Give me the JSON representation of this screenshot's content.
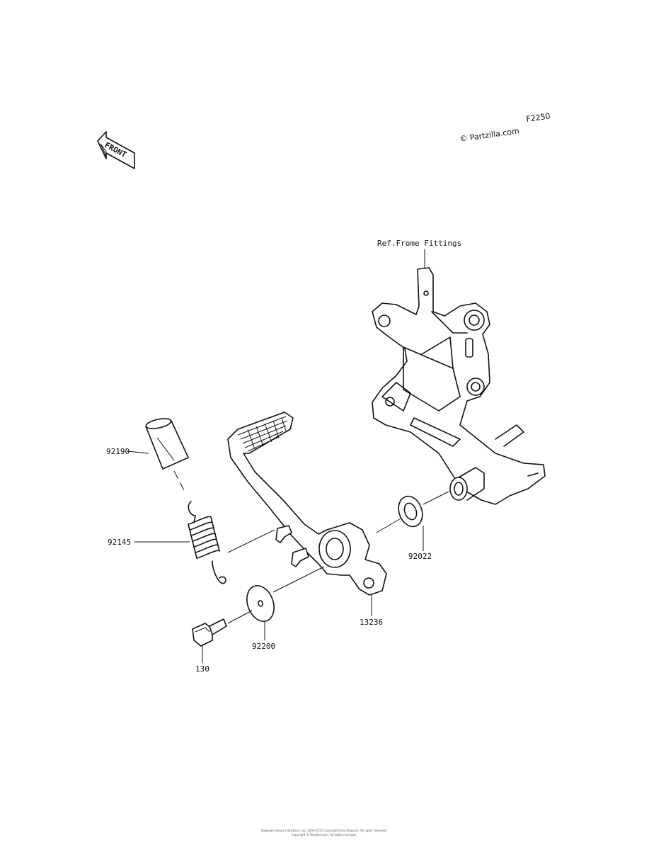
{
  "diagram": {
    "figure_code": "F2250",
    "watermark": "© Partzilla.com",
    "front_arrow": "FRONT",
    "reference_note": "Ref.Frome Fittings",
    "part_labels": [
      "92190",
      "92145",
      "92022",
      "13236",
      "92200",
      "130"
    ],
    "copyright_line_1": "Kawasaki Heavy Industries, Ltd. 2004-2015 Copyright Parts Diagram. All rights reserved.",
    "copyright_line_2": "Copyright © Partzilla.com. All rights reserved."
  }
}
